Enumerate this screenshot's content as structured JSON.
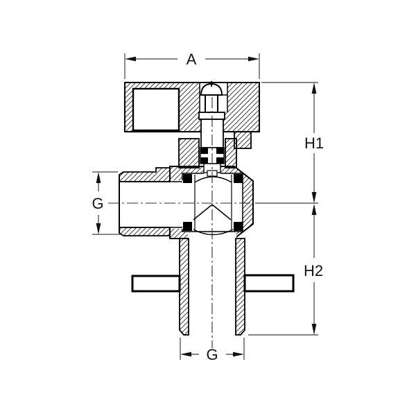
{
  "drawing": {
    "kind": "angle-valve-cross-section-technical-drawing",
    "background_color": "#ffffff",
    "line_color": "#000000",
    "dimension_line_color": "#3c3c3c",
    "labels": {
      "width": "A",
      "upper_height": "H1",
      "lower_height": "H2",
      "side_thread": "G",
      "bottom_thread": "G"
    }
  }
}
